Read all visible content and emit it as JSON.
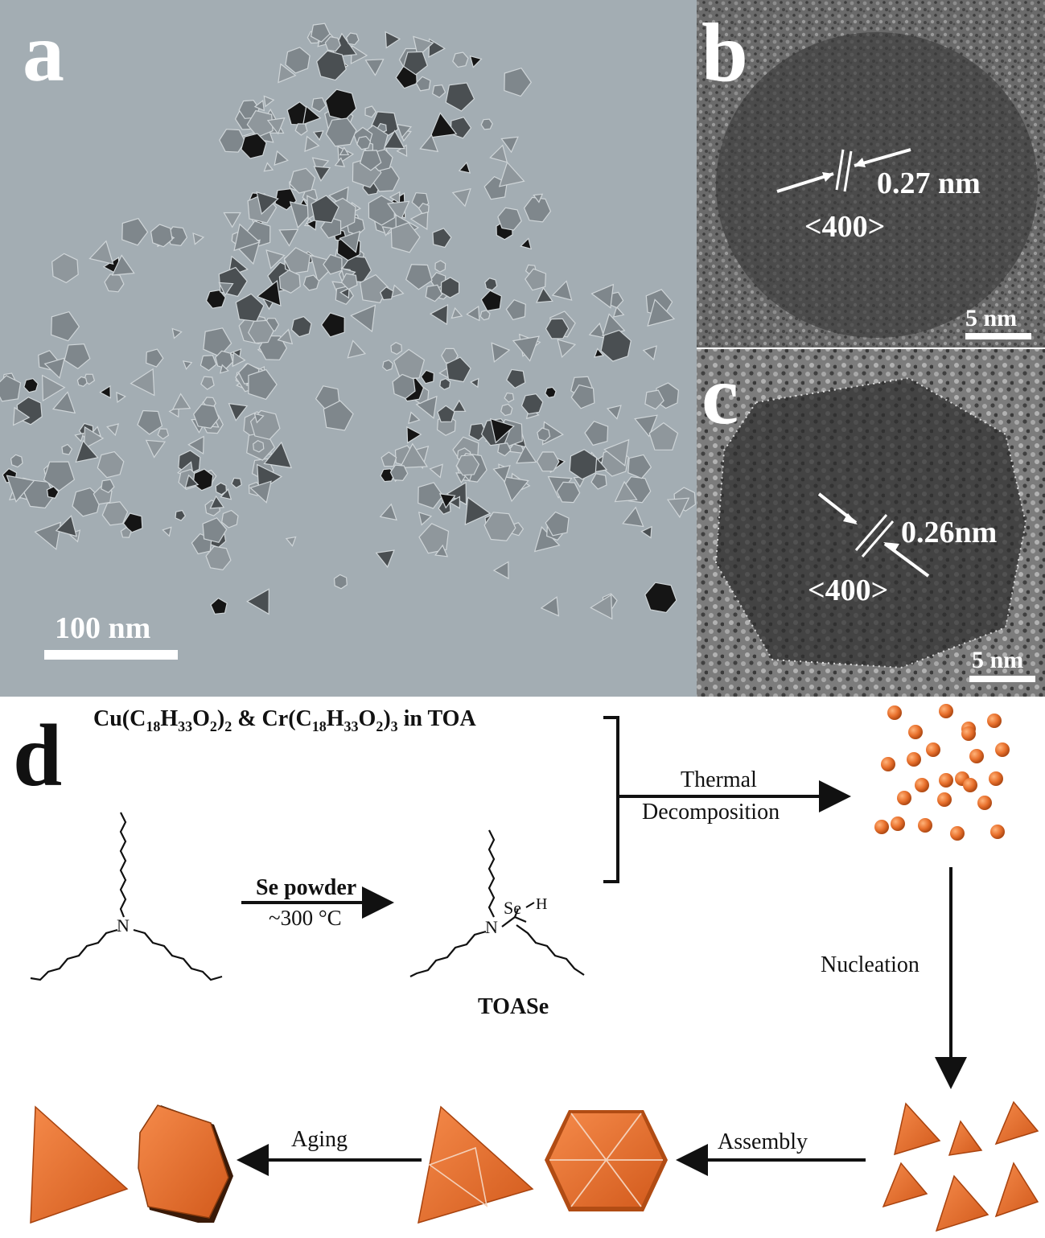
{
  "panels": {
    "a": {
      "label": "a",
      "scalebar": "100 nm"
    },
    "b": {
      "label": "b",
      "spacing": "0.27 nm",
      "plane": "<400>",
      "scalebar": "5 nm"
    },
    "c": {
      "label": "c",
      "spacing": "0.26nm",
      "plane": "<400>",
      "scalebar": "5 nm"
    },
    "d": {
      "label": "d"
    }
  },
  "scheme": {
    "precursor_parts": [
      "Cu(C",
      "18",
      "H",
      "33",
      "O",
      "2",
      ")",
      "2",
      " & Cr(C",
      "18",
      "H",
      "33",
      "O",
      "2",
      ")",
      "3",
      " in TOA"
    ],
    "se_step_top": "Se powder",
    "se_step_bottom": "~300 °C",
    "toase_label": "TOASe",
    "nitrogen": "N",
    "se_h": "Se",
    "h_atom": "H",
    "thermal_line1": "Thermal",
    "thermal_line2": "Decomposition",
    "nucleation": "Nucleation",
    "assembly": "Assembly",
    "aging": "Aging"
  },
  "colors": {
    "nanoparticle": "#e8702c",
    "tem_background": "#a3adb3",
    "hrtem_background": "#5a5a5a"
  }
}
